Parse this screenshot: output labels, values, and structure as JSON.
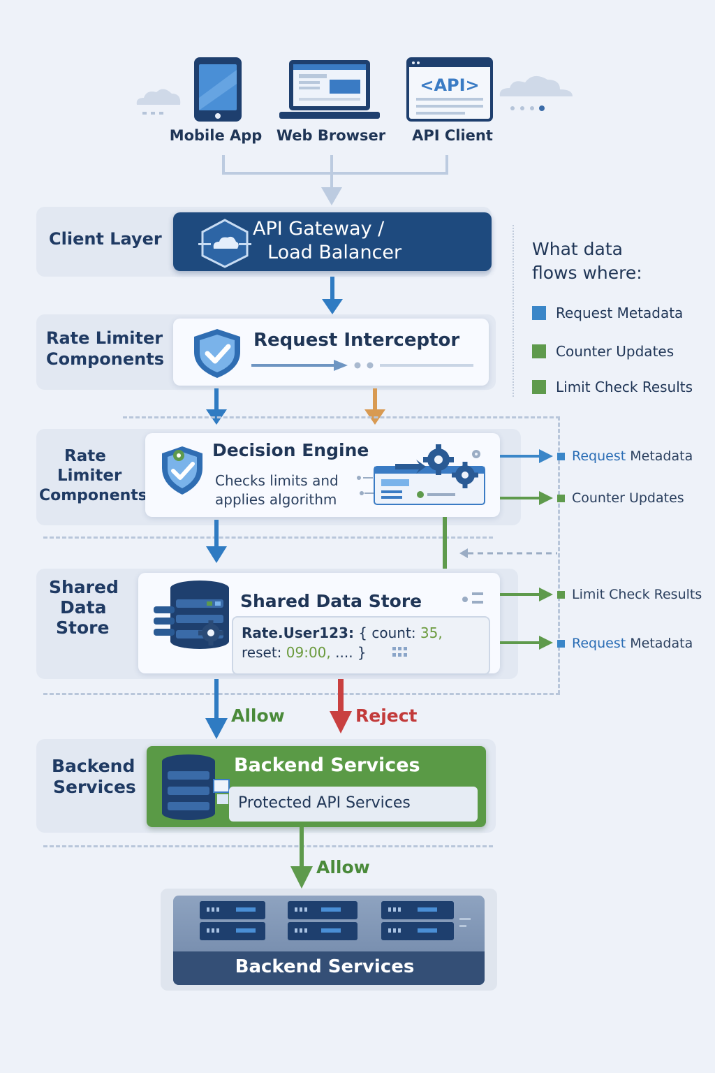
{
  "clients": [
    {
      "label": "Mobile App",
      "icon": "mobile-phone-icon"
    },
    {
      "label": "Web Browser",
      "icon": "laptop-icon"
    },
    {
      "label": "API Client",
      "icon": "api-window-icon",
      "icon_text": "<API>"
    }
  ],
  "layers": {
    "client": {
      "label": "Client Layer",
      "card_title_1": "API Gateway /",
      "card_title_2": "Load Balancer"
    },
    "interceptor": {
      "label_1": "Rate Limiter",
      "label_2": "Components",
      "card_title": "Request Interceptor"
    },
    "engine": {
      "label_1": "Rate",
      "label_2": "Limiter",
      "label_3": "Components",
      "card_title": "Decision Engine",
      "desc_1": "Checks limits and",
      "desc_2": "applies algorithm"
    },
    "store": {
      "label_1": "Shared",
      "label_2": "Data",
      "label_3": "Store",
      "card_title": "Shared Data Store",
      "code_key": "Rate.User123:",
      "code_brace_open": "{",
      "code_count_label": "count:",
      "code_count_value": "35,",
      "code_reset_label": "reset:",
      "code_reset_value": "09:00,",
      "code_rest": "....  }"
    },
    "backend": {
      "label_1": "Backend",
      "label_2": "Services",
      "card_title": "Backend Services",
      "card_sub": "Protected API Services"
    },
    "servers": {
      "title": "Backend Services"
    }
  },
  "decisions": {
    "allow": "Allow",
    "reject": "Reject",
    "allow_final": "Allow"
  },
  "legend": {
    "title_1": "What data",
    "title_2": "flows where:",
    "items": [
      {
        "label": "Request Metadata",
        "color": "#3a86c8"
      },
      {
        "label": "Counter Updates",
        "color": "#5e9a4c"
      },
      {
        "label": "Limit Check Results",
        "color": "#5e9a4c"
      }
    ]
  },
  "side_flows": [
    {
      "label_1": "Request",
      "label_2": "Metadata",
      "color": "#3a86c8"
    },
    {
      "label": "Counter Updates",
      "color": "#5e9a4c"
    },
    {
      "label": "Limit Check Results",
      "color": "#5e9a4c"
    },
    {
      "label_1": "Request",
      "label_2": "Metadata",
      "color": "#3a86c8"
    }
  ],
  "colors": {
    "navy": "#1e4a7e",
    "blue": "#3a86c8",
    "green": "#5e9a4c",
    "red": "#c94040",
    "orange": "#d89a52"
  }
}
